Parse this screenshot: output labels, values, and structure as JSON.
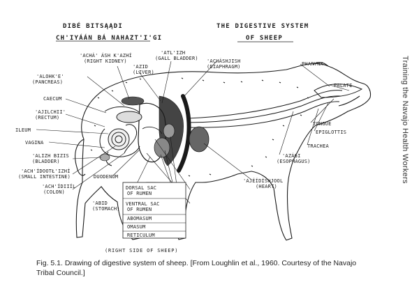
{
  "titles": {
    "navajo_line1": "DIBÉ BITSĄĄDI",
    "navajo_line2": "CH'IYÁÁN BÁ NAHAZT'I'GI",
    "english_line1": "THE DIGESTIVE SYSTEM",
    "english_line2": "OF SHEEP"
  },
  "side_text": "Training the Navajo Health Workers",
  "labels": {
    "kidney": [
      "'ACHÁ' ÁSH K'AZHÍ",
      "(RIGHT KIDNEY)"
    ],
    "gall": [
      "'ATL'IZH",
      "(GALL BLADDER)"
    ],
    "liver": [
      "'AZID",
      "(LIVER)"
    ],
    "diaphragm": [
      "'ACHÁSHJISH",
      "(DIAPHRAGM)"
    ],
    "pancreas": [
      "'ALOHK'E'",
      "(PANCREAS)"
    ],
    "caecum": [
      "CAECUM"
    ],
    "rectum": [
      "'AJILCHII'",
      "(RECTUM)"
    ],
    "ileum": [
      "ILEUM"
    ],
    "vagina": [
      "VAGINA"
    ],
    "bladder": [
      "'ALIZH BIZIS",
      "(BLADDER)"
    ],
    "small_int": [
      "'ACH'ÍDOOTŁ'IZHÍ",
      "(SMALL INTESTINE)"
    ],
    "colon": [
      "'ACH'ÍDIIÍL",
      "(COLON)"
    ],
    "duodenum": [
      "DUODENUM"
    ],
    "stomach": [
      "'ABID",
      "(STOMACH)"
    ],
    "dorsal": [
      "DORSAL SAC",
      "OF RUMEN"
    ],
    "ventral": [
      "VENTRAL SAC",
      "OF RUMEN"
    ],
    "abomasum": [
      "ABOMASUM"
    ],
    "omasum": [
      "OMASUM"
    ],
    "reticulum": [
      "RETICULUM"
    ],
    "pharynx": [
      "PHARYNX"
    ],
    "palate": [
      "PALATE"
    ],
    "tongue": [
      "TONGUE"
    ],
    "epiglottis": [
      "EPIGLOTTIS"
    ],
    "trachea": [
      "TRACHEA"
    ],
    "esophagus": [
      "'AZÁGI",
      "(ESOPHAGUS)"
    ],
    "heart": [
      "'AJÉÍDÍSHJOOL",
      "(HEART)"
    ]
  },
  "bottom_note": "(RIGHT SIDE OF SHEEP)",
  "caption": "Fig. 5.1. Drawing of digestive system of sheep. [From Loughlin et al., 1960. Courtesy of the Navajo Tribal Council.]"
}
